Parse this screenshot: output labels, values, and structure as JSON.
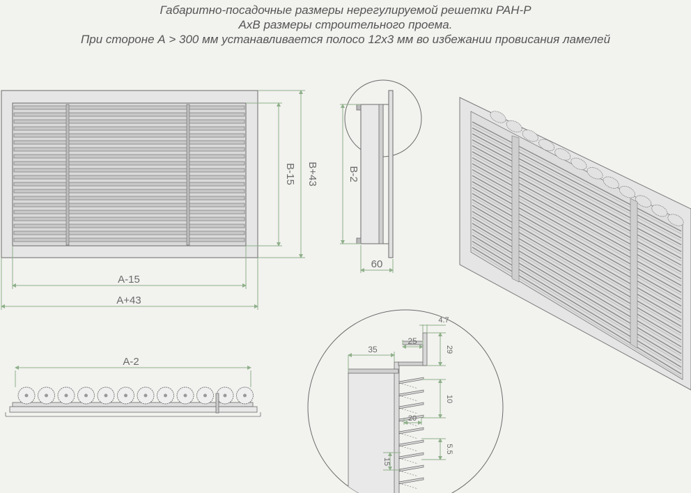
{
  "header": {
    "line1": "Габаритно-посадочные размеры нерегулируемой решетки РАН-Р",
    "line2": "АхВ размеры строительного проема.",
    "line3": "При стороне А > 300 мм устанавливается полосо 12х3 мм во избежании провисания ламелей"
  },
  "dimensions": {
    "front_width_inner": "A-15",
    "front_width_outer": "A+43",
    "front_height_inner": "B-15",
    "front_height_outer": "B+43",
    "side_height": "B-2",
    "side_depth": "60",
    "top_width": "A-2",
    "detail_35": "35",
    "detail_25": "25",
    "detail_4_7": "4.7",
    "detail_29": "29",
    "detail_10": "10",
    "detail_20": "20",
    "detail_5_5": "5.5",
    "detail_15": "15"
  },
  "colors": {
    "dimension_line": "#8fb08a",
    "outline": "#6b6b6b",
    "frame_fill": "#e4e4e4",
    "slat_fill": "#c9c9c9",
    "background": "#f2f2ef"
  }
}
